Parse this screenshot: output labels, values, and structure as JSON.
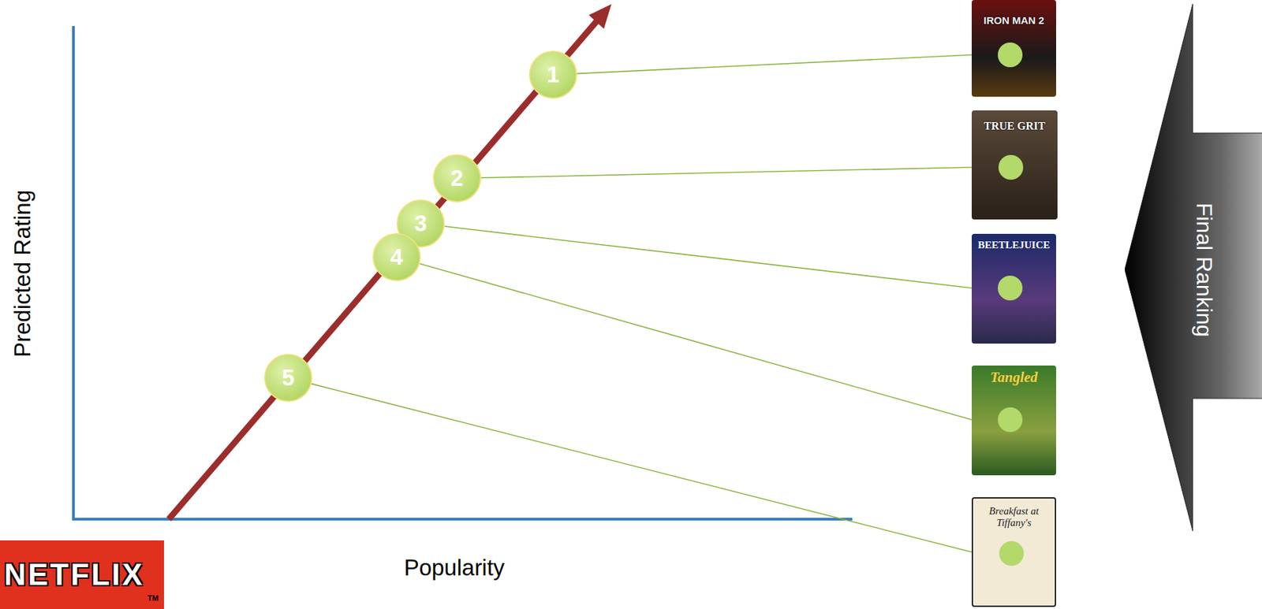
{
  "diagram": {
    "nodes": [
      {
        "text": [
          "1"
        ]
      },
      {
        "text": [
          "2"
        ]
      },
      {
        "text": [
          "3"
        ]
      },
      {
        "text": [
          "4"
        ]
      },
      {
        "text": [
          "5"
        ]
      },
      {
        "text": [
          "IRON MAN 2"
        ]
      },
      {
        "text": [
          "TRUE GRIT"
        ]
      },
      {
        "text": [
          "BEETLEJUICE"
        ]
      },
      {
        "text": [
          "Tangled"
        ]
      },
      {
        "text": [
          "Breakfast at Tiffany's"
        ]
      },
      {
        "text": [
          "Final Ranking"
        ]
      },
      {
        "text": [
          "NETFLIX",
          "TM"
        ]
      }
    ],
    "edges": [
      {
        "from": 0,
        "to": 5,
        "arrow": "none"
      },
      {
        "from": 1,
        "to": 6,
        "arrow": "none"
      },
      {
        "from": 2,
        "to": 7,
        "arrow": "none"
      },
      {
        "from": 3,
        "to": 8,
        "arrow": "none"
      },
      {
        "from": 4,
        "to": 9,
        "arrow": "none"
      }
    ],
    "labels": [
      "Predicted Rating",
      "Popularity"
    ]
  }
}
